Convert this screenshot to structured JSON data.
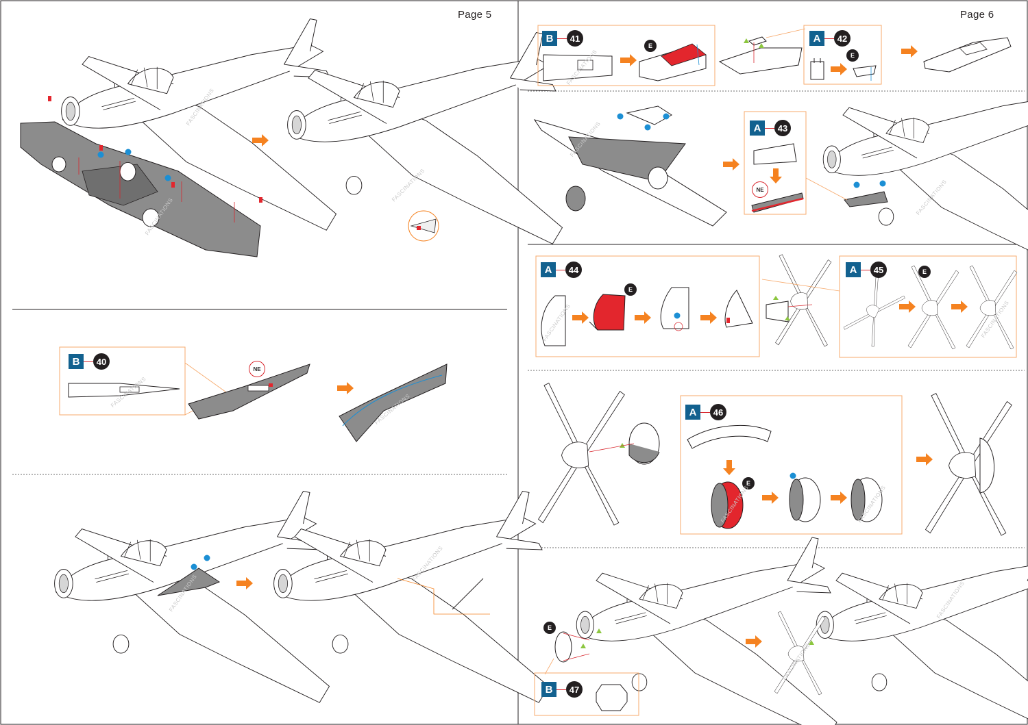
{
  "pages": [
    {
      "label": "Page 5"
    },
    {
      "label": "Page 6"
    }
  ],
  "steps": [
    {
      "sheet": "B",
      "number": "40"
    },
    {
      "sheet": "B",
      "number": "41"
    },
    {
      "sheet": "A",
      "number": "42"
    },
    {
      "sheet": "A",
      "number": "43"
    },
    {
      "sheet": "A",
      "number": "44"
    },
    {
      "sheet": "A",
      "number": "45"
    },
    {
      "sheet": "A",
      "number": "46"
    },
    {
      "sheet": "B",
      "number": "47"
    }
  ],
  "tags": {
    "e": "E",
    "ne": "NE"
  },
  "watermark": "FASCINATIONS",
  "colors": {
    "sheet_box": "#12618f",
    "arrow": "#f58220",
    "callout": "#f7a96b",
    "part_red": "#e3262d",
    "part_grey": "#8c8c8c",
    "dot_blue": "#1c8fd4",
    "triangle_green": "#8cc63f"
  }
}
